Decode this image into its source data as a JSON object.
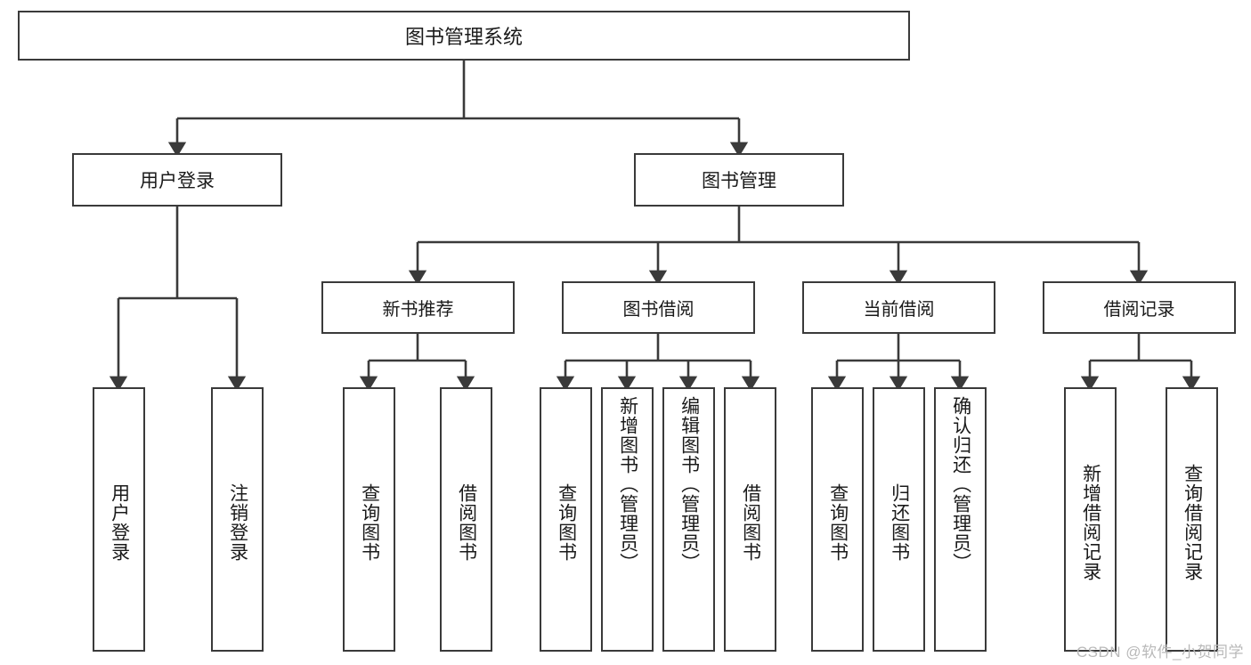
{
  "diagram": {
    "title": "图书管理系统",
    "root": {
      "label": "图书管理系统",
      "name": "node-root-library-system"
    },
    "level2": [
      {
        "label": "用户登录",
        "name": "node-user-login"
      },
      {
        "label": "图书管理",
        "name": "node-book-management"
      }
    ],
    "level3": [
      {
        "label": "新书推荐",
        "name": "node-new-book-recommend"
      },
      {
        "label": "图书借阅",
        "name": "node-book-borrow"
      },
      {
        "label": "当前借阅",
        "name": "node-current-borrow"
      },
      {
        "label": "借阅记录",
        "name": "node-borrow-record"
      }
    ],
    "leaves": {
      "user_login": [
        {
          "label": "用户登录",
          "name": "leaf-user-login"
        },
        {
          "label": "注销登录",
          "name": "leaf-logout"
        }
      ],
      "new_book_recommend": [
        {
          "label": "查询图书",
          "name": "leaf-query-book-recommend"
        },
        {
          "label": "借阅图书",
          "name": "leaf-borrow-book-recommend"
        }
      ],
      "book_borrow": [
        {
          "label": "查询图书",
          "name": "leaf-query-book-borrow"
        },
        {
          "label": "新增图书（管理员）",
          "name": "leaf-add-book-admin"
        },
        {
          "label": "编辑图书（管理员）",
          "name": "leaf-edit-book-admin"
        },
        {
          "label": "借阅图书",
          "name": "leaf-borrow-book"
        }
      ],
      "current_borrow": [
        {
          "label": "查询图书",
          "name": "leaf-query-book-current"
        },
        {
          "label": "归还图书",
          "name": "leaf-return-book"
        },
        {
          "label": "确认归还（管理员）",
          "name": "leaf-confirm-return-admin"
        }
      ],
      "borrow_record": [
        {
          "label": "新增借阅记录",
          "name": "leaf-add-borrow-record"
        },
        {
          "label": "查询借阅记录",
          "name": "leaf-query-borrow-record"
        }
      ]
    },
    "watermark": "CSDN @软件_小贺同学",
    "colors": {
      "border": "#3a3a3a",
      "text": "#1a1a1a",
      "background": "#ffffff",
      "watermark": "#b9b9b9"
    }
  }
}
